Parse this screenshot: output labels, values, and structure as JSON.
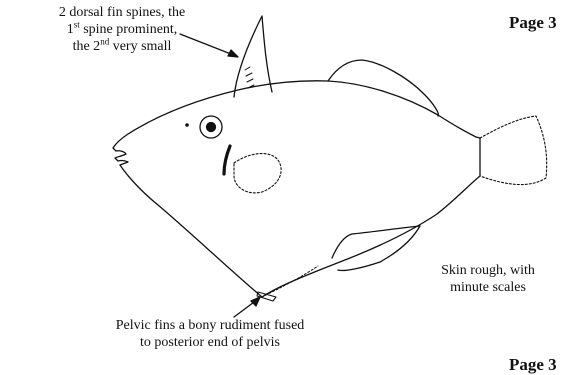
{
  "labels": {
    "dorsal": {
      "line1": "2 dorsal fin spines, the",
      "line2_num": "1",
      "line2_sup": "st",
      "line2_rest": " spine prominent,",
      "line3_pre": "the 2",
      "line3_sup": "nd",
      "line3_rest": "  very small"
    },
    "skin": {
      "line1": "Skin rough, with",
      "line2": "minute scales"
    },
    "pelvic": {
      "line1": "Pelvic fins a bony rudiment fused",
      "line2": "to posterior end of pelvis"
    }
  },
  "page_tags": {
    "top": "Page 3",
    "bottom": "Page 3"
  },
  "colors": {
    "ink": "#111111",
    "background": "#ffffff"
  }
}
